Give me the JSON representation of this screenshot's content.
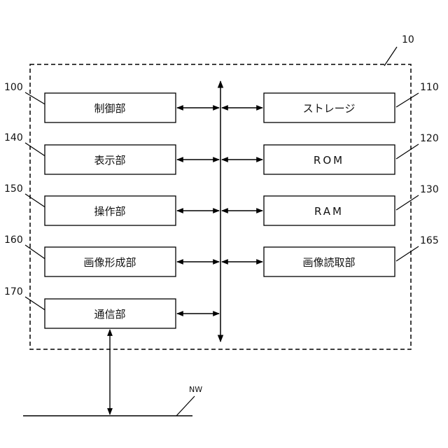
{
  "device_ref": "10",
  "left_blocks": [
    {
      "ref": "100",
      "label": "制御部"
    },
    {
      "ref": "140",
      "label": "表示部"
    },
    {
      "ref": "150",
      "label": "操作部"
    },
    {
      "ref": "160",
      "label": "画像形成部"
    },
    {
      "ref": "170",
      "label": "通信部"
    }
  ],
  "right_blocks": [
    {
      "ref": "110",
      "label": "ストレージ"
    },
    {
      "ref": "120",
      "label": "ROM"
    },
    {
      "ref": "130",
      "label": "RAM"
    },
    {
      "ref": "165",
      "label": "画像読取部"
    }
  ],
  "network_label": "NW"
}
